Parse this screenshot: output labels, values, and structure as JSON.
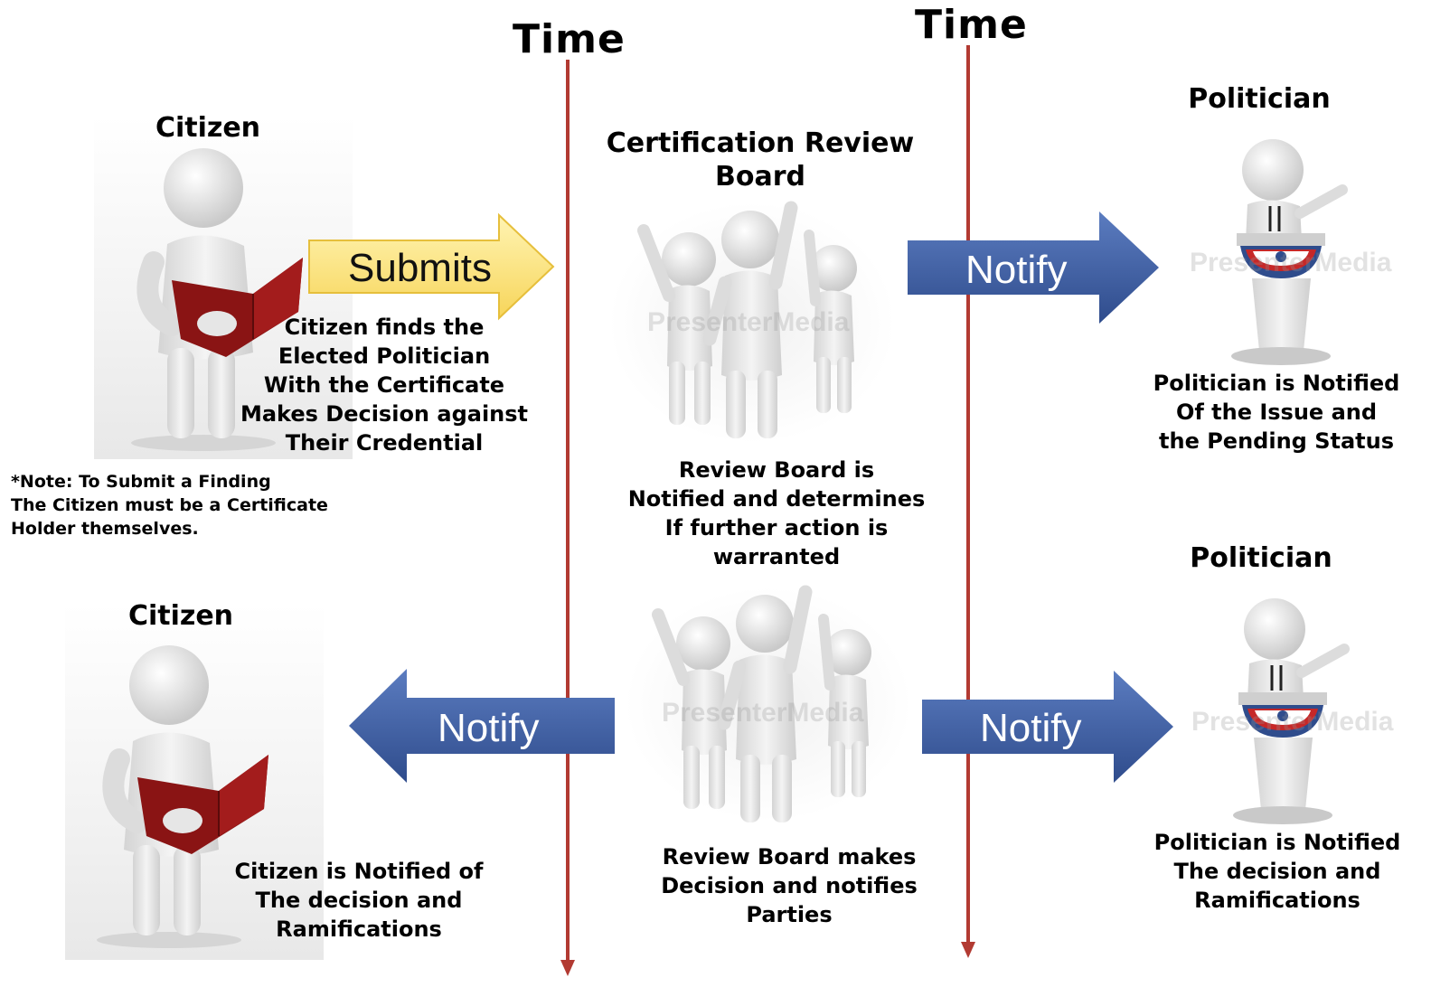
{
  "colors": {
    "timeline": "#b23a32",
    "notify_arrow": "#3e5fa0",
    "submit_arrow": "#fbe27a",
    "book": "#8a1414",
    "figure": "#e3e3e3"
  },
  "timelines": [
    {
      "label": "Time"
    },
    {
      "label": "Time"
    }
  ],
  "top_row": {
    "citizen": {
      "heading": "Citizen",
      "caption": "Citizen finds the\nElected Politician\nWith the Certificate\nMakes Decision against\nTheir Credential",
      "note": "*Note: To Submit a Finding\nThe Citizen must be a Certificate\nHolder themselves.",
      "icon": "citizen-reading-book-icon"
    },
    "submit_arrow": {
      "label": "Submits",
      "icon": "arrow-right-icon"
    },
    "board": {
      "heading": "Certification Review\nBoard",
      "caption": "Review Board is\nNotified and determines\nIf further action is\nwarranted",
      "icon": "review-board-group-icon",
      "watermark": "PresenterMedia"
    },
    "notify_arrow": {
      "label": "Notify",
      "icon": "arrow-right-icon"
    },
    "politician": {
      "heading": "Politician",
      "caption": "Politician is Notified\nOf the Issue and\nthe Pending Status",
      "icon": "politician-podium-icon",
      "watermark": "PresenterMedia"
    }
  },
  "bottom_row": {
    "citizen": {
      "heading": "Citizen",
      "caption": "Citizen is Notified of\nThe decision and\nRamifications",
      "icon": "citizen-reading-book-icon"
    },
    "notify_left_arrow": {
      "label": "Notify",
      "icon": "arrow-left-icon"
    },
    "board": {
      "caption": "Review Board makes\nDecision and notifies\nParties",
      "icon": "review-board-group-icon",
      "watermark": "PresenterMedia"
    },
    "notify_right_arrow": {
      "label": "Notify",
      "icon": "arrow-right-icon"
    },
    "politician": {
      "heading": "Politician",
      "caption": "Politician is Notified\nThe decision and\nRamifications",
      "icon": "politician-podium-icon",
      "watermark": "PresenterMedia"
    }
  }
}
